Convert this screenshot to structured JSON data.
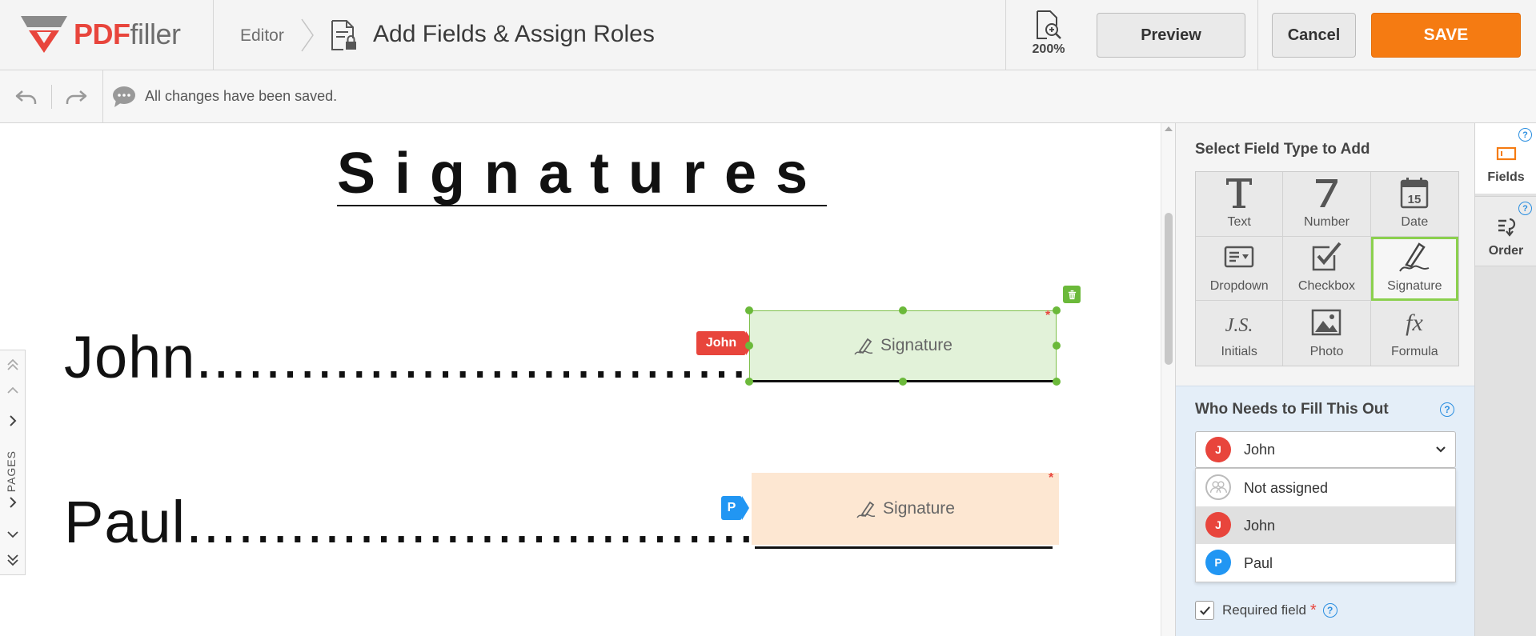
{
  "header": {
    "logo_pdf": "PDF",
    "logo_filler": "filler",
    "breadcrumb_editor": "Editor",
    "page_title": "Add Fields & Assign Roles",
    "zoom_label": "200%",
    "preview_label": "Preview",
    "cancel_label": "Cancel",
    "save_label": "SAVE"
  },
  "toolbar": {
    "status": "All changes have been saved."
  },
  "document": {
    "title": "Signatures",
    "rows": [
      {
        "name": "John.................................",
        "field_label": "Signature",
        "role_tag": "John"
      },
      {
        "name": "Paul.................................",
        "field_label": "Signature",
        "role_tag": "P"
      }
    ],
    "pages_label": "PAGES"
  },
  "panel": {
    "heading": "Select Field Type to Add",
    "field_types": [
      {
        "label": "Text",
        "icon": "text-icon"
      },
      {
        "label": "Number",
        "icon": "number-icon"
      },
      {
        "label": "Date",
        "icon": "date-icon",
        "glyph": "15"
      },
      {
        "label": "Dropdown",
        "icon": "dropdown-icon"
      },
      {
        "label": "Checkbox",
        "icon": "checkbox-icon"
      },
      {
        "label": "Signature",
        "icon": "signature-icon"
      },
      {
        "label": "Initials",
        "icon": "initials-icon",
        "glyph": "J.S."
      },
      {
        "label": "Photo",
        "icon": "photo-icon"
      },
      {
        "label": "Formula",
        "icon": "formula-icon",
        "glyph": "fx"
      }
    ],
    "selected_field_type": "Signature",
    "who_heading": "Who Needs to Fill This Out",
    "help_glyph": "?",
    "selected_role": {
      "initial": "J",
      "name": "John"
    },
    "role_options": [
      {
        "initial": "",
        "name": "Not assigned"
      },
      {
        "initial": "J",
        "name": "John"
      },
      {
        "initial": "P",
        "name": "Paul"
      }
    ],
    "required_label": "Required field",
    "required_star": "*",
    "required_checked": true
  },
  "tabs": [
    {
      "label": "Fields"
    },
    {
      "label": "Order"
    }
  ],
  "colors": {
    "brand_red": "#e8453c",
    "save_orange": "#f57b12",
    "selected_green": "#8bd04e",
    "paul_blue": "#2196f3"
  }
}
